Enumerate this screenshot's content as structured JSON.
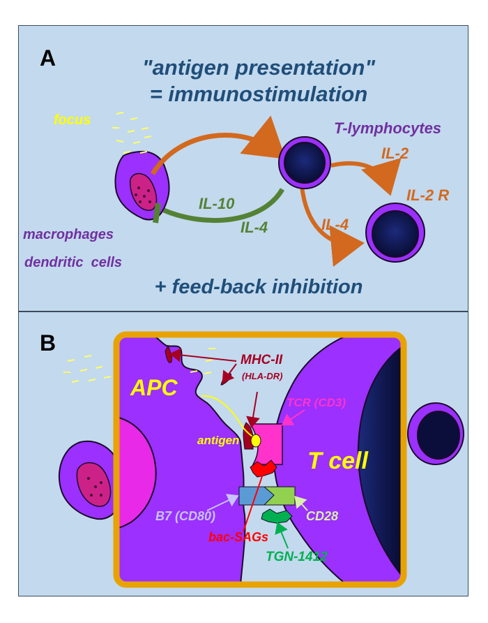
{
  "panel_a": {
    "letter": "A",
    "title_line1": "\"antigen presentation\"",
    "title_line2": "= immunostimulation",
    "focus": "focus",
    "t_lymphocytes": "T-lymphocytes",
    "il2": "IL-2",
    "il2r": "IL-2 R",
    "il10": "IL-10",
    "il4_green": "IL-4",
    "il4_orange": "IL-4",
    "macrophages": "macrophages",
    "dendritic": "dendritic  cells",
    "feedback": "+ feed-back inhibition"
  },
  "panel_b": {
    "letter": "B",
    "apc": "APC",
    "mhc": "MHC-II",
    "hla": "(HLA-DR)",
    "tcr": "TCR (CD3)",
    "antigen": "antigen",
    "tcell": "T cell",
    "b7": "B7 (CD80)",
    "cd28": "CD28",
    "bacsags": "bac-SAGs",
    "tgn": "TGN-1412"
  },
  "colors": {
    "panel_bg": "#c3d9ee",
    "title_blue": "#1f4e79",
    "purple_text": "#7030a0",
    "orange": "#d2691e",
    "green": "#548235",
    "yellow": "#ffff00",
    "dark_red": "#a50021",
    "gold_border": "#e8a202",
    "cell_purple": "#9b30ff",
    "tcr_magenta": "#ff33cc"
  }
}
